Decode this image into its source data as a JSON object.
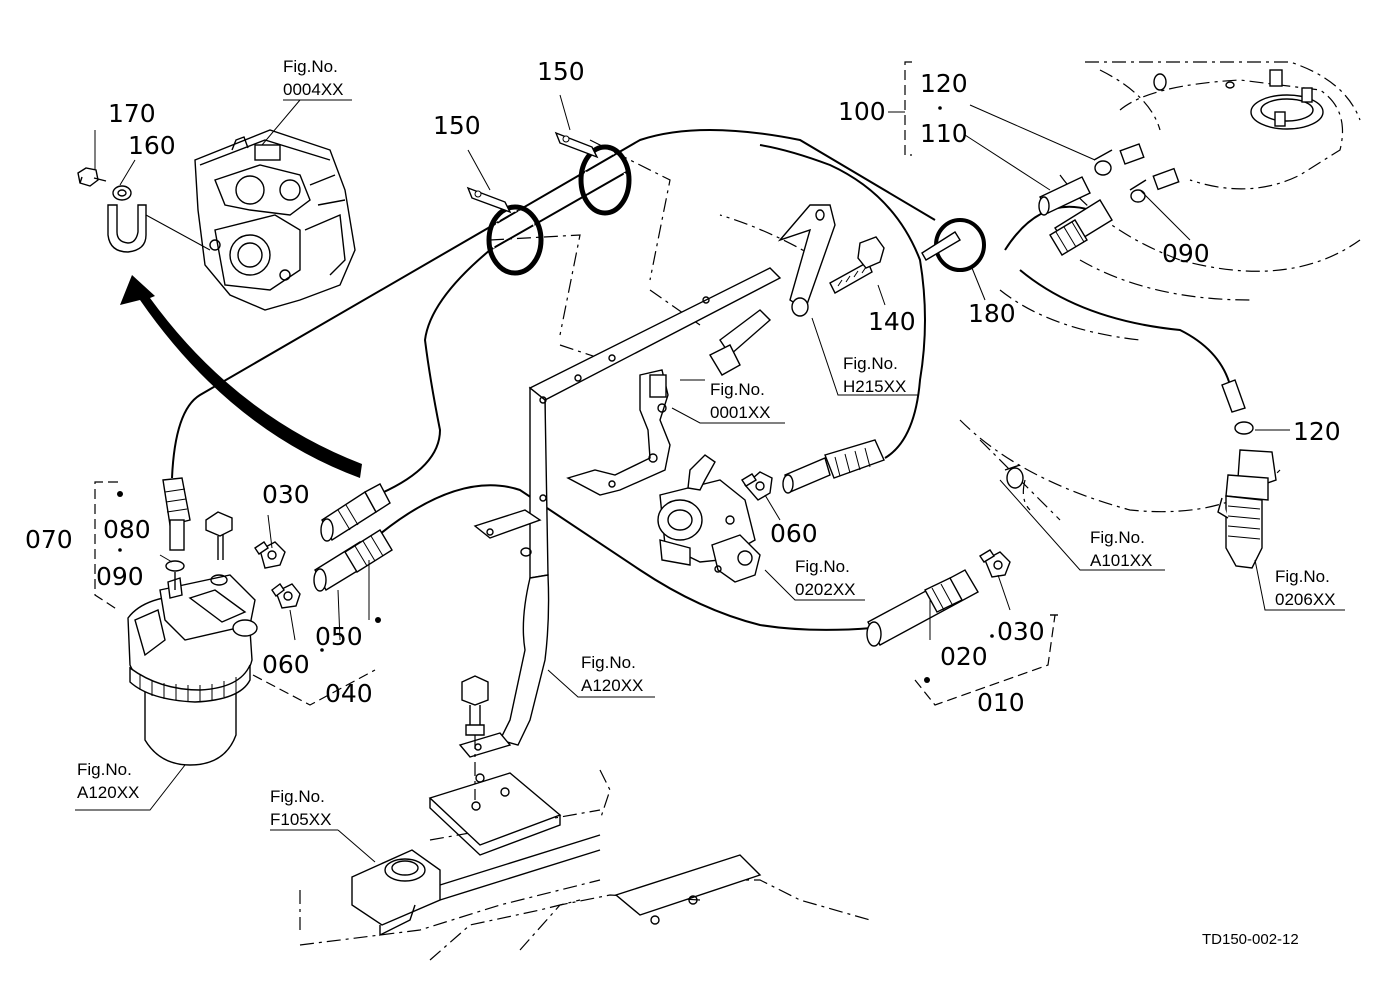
{
  "part_labels": {
    "p170": "170",
    "p160": "160",
    "p150a": "150",
    "p150b": "150",
    "p100": "100",
    "p120a": "120",
    "p110": "110",
    "p090a": "090",
    "p180": "180",
    "p140": "140",
    "p120b": "120",
    "p070": "070",
    "p080": "080",
    "p090b": "090",
    "p030a": "030",
    "p050": "050",
    "p060a": "060",
    "p040": "040",
    "p060b": "060",
    "p020": "020",
    "p030b": "030",
    "p010": "010"
  },
  "figure_refs": {
    "f0004": {
      "prefix": "Fig.No.",
      "code": "0004XX"
    },
    "fH215": {
      "prefix": "Fig.No.",
      "code": "H215XX"
    },
    "f0001": {
      "prefix": "Fig.No.",
      "code": "0001XX"
    },
    "f0202": {
      "prefix": "Fig.No.",
      "code": "0202XX"
    },
    "fA101": {
      "prefix": "Fig.No.",
      "code": "A101XX"
    },
    "f0206": {
      "prefix": "Fig.No.",
      "code": "0206XX"
    },
    "fA120a": {
      "prefix": "Fig.No.",
      "code": "A120XX"
    },
    "fA120b": {
      "prefix": "Fig.No.",
      "code": "A120XX"
    },
    "fF105": {
      "prefix": "Fig.No.",
      "code": "F105XX"
    }
  },
  "drawing_number": "TD150-002-12"
}
